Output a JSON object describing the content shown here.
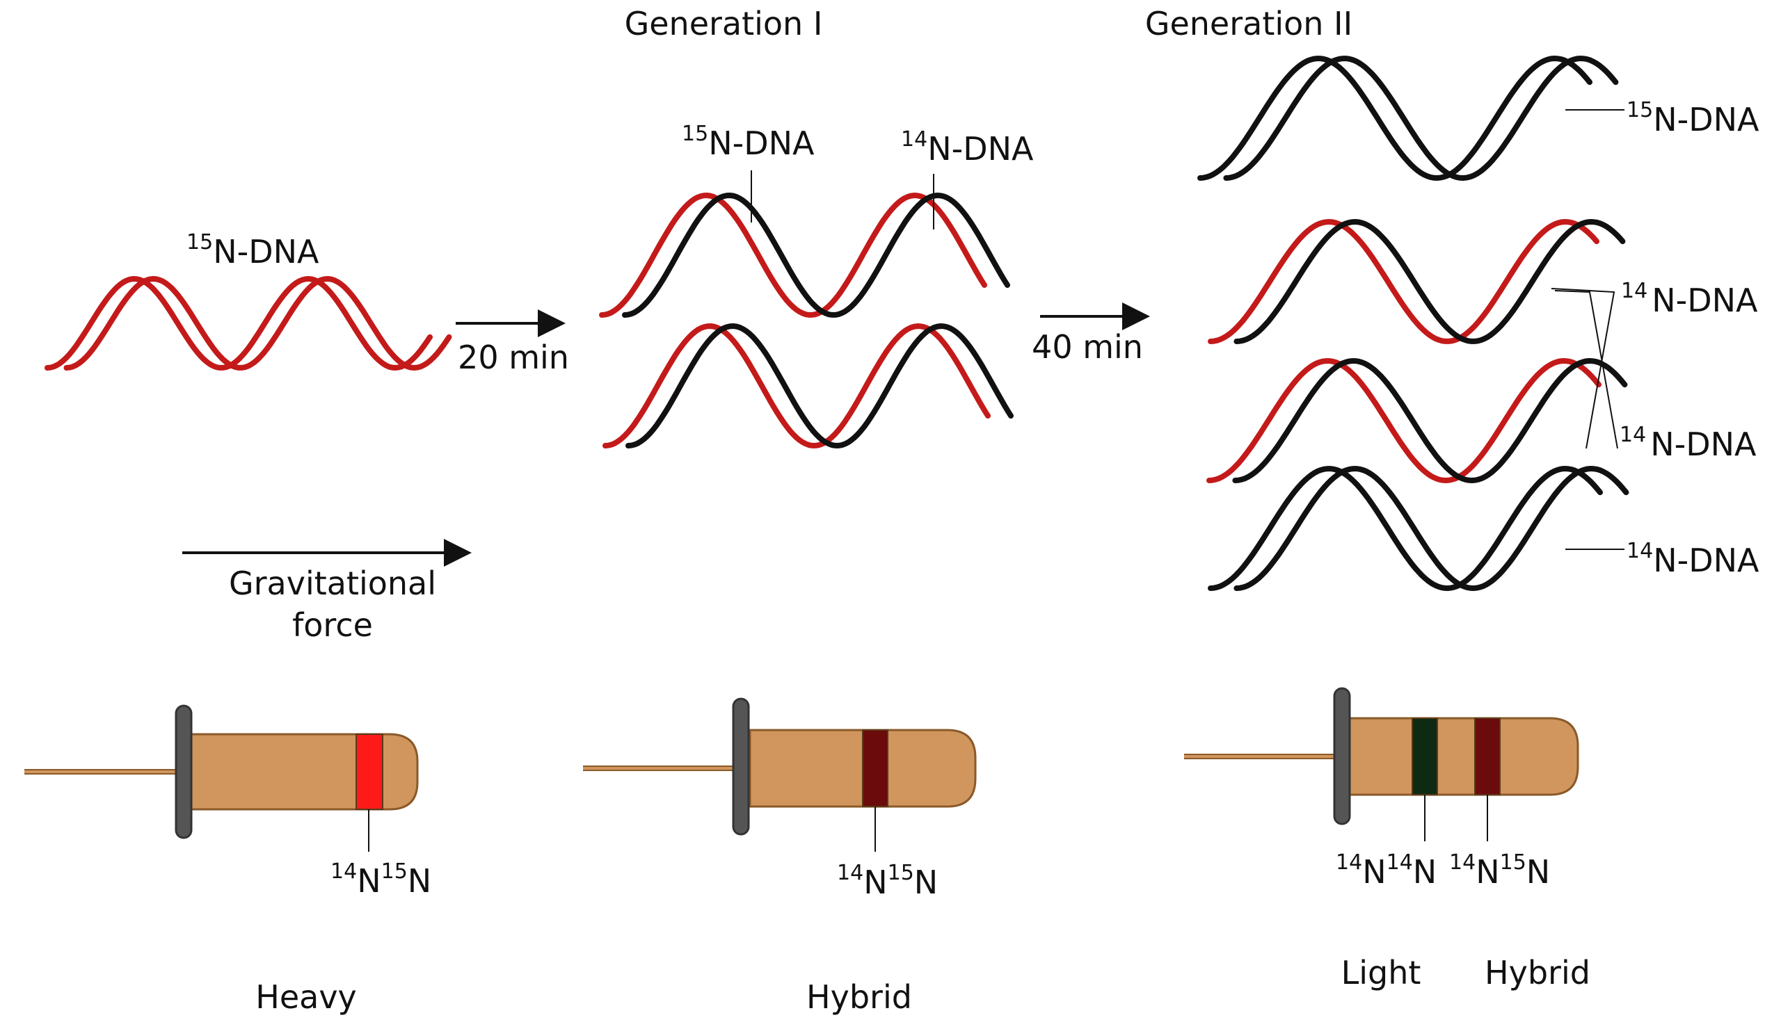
{
  "headings": {
    "generation_one": "Generation I",
    "generation_two": "Generation II"
  },
  "arrows": {
    "first_time": "20 min",
    "second_time": "40 min",
    "force_line1": "Gravitational",
    "force_line2": "force"
  },
  "dna_labels": {
    "parent": {
      "iso": "15",
      "text": "N-DNA"
    },
    "gen1_red": {
      "iso": "15",
      "text": "N-DNA"
    },
    "gen1_black": {
      "iso": "14",
      "text": "N-DNA"
    },
    "gen2_top": {
      "iso": "15",
      "text": "N-DNA"
    },
    "gen2_mid1": {
      "iso": "14",
      "text": "N-DNA"
    },
    "gen2_mid2": {
      "iso": "14",
      "text": "N-DNA"
    },
    "gen2_bottom": {
      "iso": "14",
      "text": "N-DNA"
    }
  },
  "tubes": {
    "tube1": {
      "label": "Heavy",
      "band_color": "#ff1a1a",
      "isotopes": [
        {
          "iso": "14",
          "sym": "N"
        },
        {
          "iso": "15",
          "sym": "N"
        }
      ]
    },
    "tube2": {
      "label": "Hybrid",
      "band_color": "#6b0b0b",
      "isotopes": [
        {
          "iso": "14",
          "sym": "N"
        },
        {
          "iso": "15",
          "sym": "N"
        }
      ]
    },
    "tube3": {
      "label_light": "Light",
      "label_hybrid": "Hybrid",
      "band_light_color": "#0f2a12",
      "band_hybrid_color": "#6b0b0b",
      "isotopes_light": [
        {
          "iso": "14",
          "sym": "N"
        },
        {
          "iso": "14",
          "sym": "N"
        }
      ],
      "isotopes_hybrid": [
        {
          "iso": "14",
          "sym": "N"
        },
        {
          "iso": "15",
          "sym": "N"
        }
      ]
    }
  },
  "colors": {
    "heavy_strand": "#c41a1a",
    "light_strand": "#111111",
    "tube_body": "#d0965e",
    "tube_outline": "#8a5a2a",
    "cap": "#555555"
  }
}
